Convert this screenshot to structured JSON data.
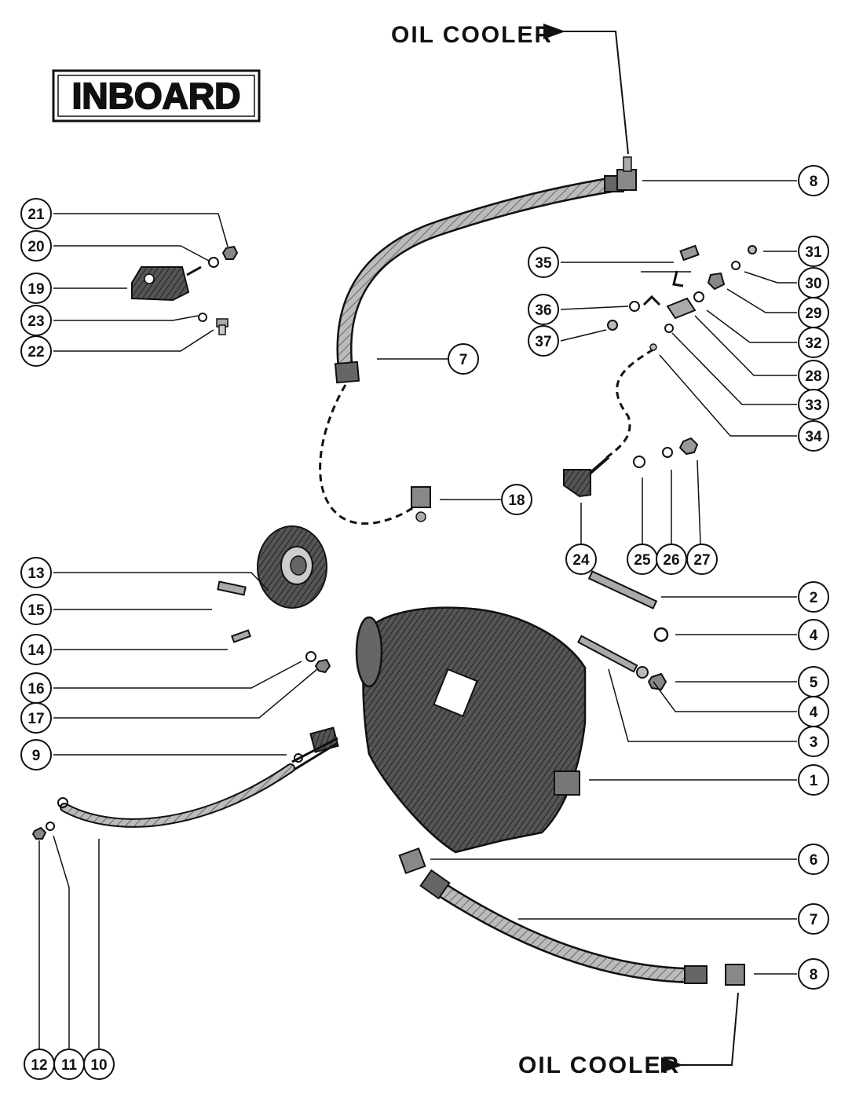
{
  "title": "INBOARD",
  "labels": {
    "oil_cooler_top": "OIL COOLER",
    "oil_cooler_bottom": "OIL COOLER"
  },
  "callouts": [
    "1",
    "2",
    "3",
    "4",
    "4",
    "5",
    "6",
    "7",
    "7",
    "8",
    "8",
    "9",
    "10",
    "11",
    "12",
    "13",
    "14",
    "15",
    "16",
    "17",
    "18",
    "19",
    "20",
    "21",
    "22",
    "23",
    "24",
    "25",
    "26",
    "27",
    "28",
    "29",
    "30",
    "31",
    "32",
    "33",
    "34",
    "35",
    "36",
    "37"
  ],
  "colors": {
    "ink": "#111111",
    "part_fill": "#3a3a3a",
    "paper": "#ffffff"
  }
}
